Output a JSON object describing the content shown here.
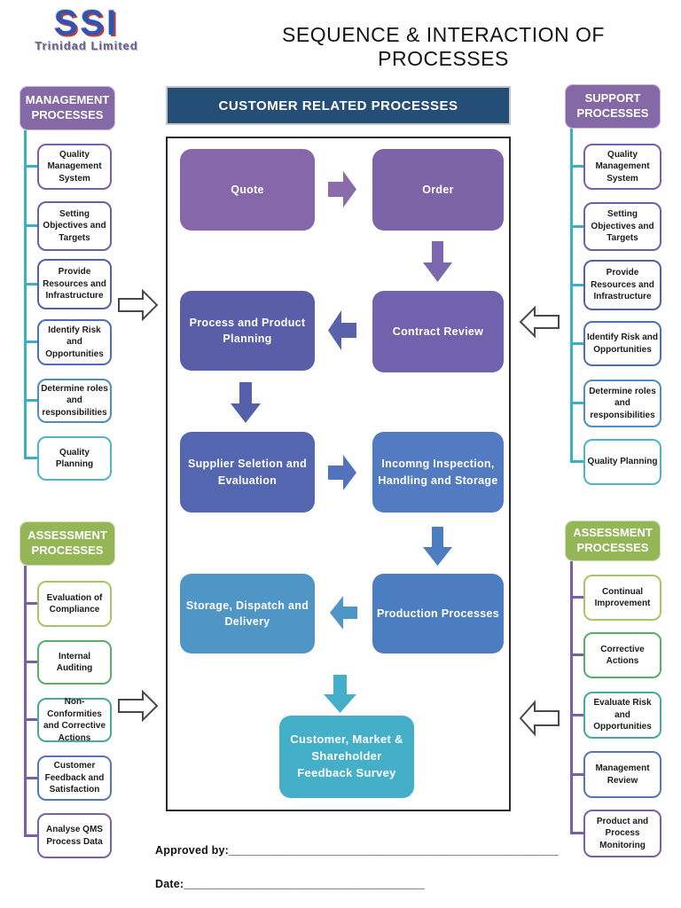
{
  "page": {
    "logo_text": "SSI",
    "logo_subtext": "Trinidad Limited",
    "title": "SEQUENCE & INTERACTION OF PROCESSES"
  },
  "colors": {
    "purple_header": "#8569a6",
    "green_header": "#94b656",
    "navy_header": "#254e77",
    "teal_connector": "#3bafc4",
    "purple_connector": "#7b5fa6"
  },
  "management": {
    "header": "MANAGEMENT PROCESSES",
    "header_color": "#8569a6",
    "connector_color": "#3bafc4",
    "items": [
      {
        "label": "Quality Management System",
        "border": "#7a5ea6"
      },
      {
        "label": "Setting Objectives and Targets",
        "border": "#6a5fa9"
      },
      {
        "label": "Provide Resources and Infrastructure",
        "border": "#5560ab"
      },
      {
        "label": "Identify Risk and Opportunities",
        "border": "#4d6fb6"
      },
      {
        "label": "Determine roles and responsibilities",
        "border": "#4d8fc1"
      },
      {
        "label": "Quality Planning",
        "border": "#4fb3c9"
      }
    ]
  },
  "support": {
    "header": "SUPPORT PROCESSES",
    "header_color": "#8569a6",
    "connector_color": "#3bafc4",
    "items": [
      {
        "label": "Quality Management System",
        "border": "#7a5ea6"
      },
      {
        "label": "Setting Objectives and Targets",
        "border": "#6a5fa9"
      },
      {
        "label": "Provide Resources and Infrastructure",
        "border": "#5560ab"
      },
      {
        "label": "Identify Risk and Opportunities",
        "border": "#4d6fb6"
      },
      {
        "label": "Determine roles and responsibilities",
        "border": "#4d8fc1"
      },
      {
        "label": "Quality Planning",
        "border": "#4fb3c9"
      }
    ]
  },
  "assessment_left": {
    "header": "ASSESSMENT PROCESSES",
    "header_color": "#94b656",
    "connector_color": "#7b5fa6",
    "items": [
      {
        "label": "Evaluation of Compliance",
        "border": "#a8c566"
      },
      {
        "label": "Internal Auditing",
        "border": "#57b068"
      },
      {
        "label": "Non-Conformities and Corrective Actions",
        "border": "#46a9a2"
      },
      {
        "label": "Customer Feedback and Satisfaction",
        "border": "#5577b6"
      },
      {
        "label": "Analyse QMS Process Data",
        "border": "#7b5fa6"
      }
    ]
  },
  "assessment_right": {
    "header": "ASSESSMENT PROCESSES",
    "header_color": "#94b656",
    "connector_color": "#7b5fa6",
    "items": [
      {
        "label": "Continual Improvement",
        "border": "#a8c566"
      },
      {
        "label": "Corrective Actions",
        "border": "#57b068"
      },
      {
        "label": "Evaluate Risk and Opportunities",
        "border": "#46a9a2"
      },
      {
        "label": "Management Review",
        "border": "#5577b6"
      },
      {
        "label": "Product and Process Monitoring",
        "border": "#7b5fa6"
      }
    ]
  },
  "flow": {
    "header": "CUSTOMER RELATED PROCESSES",
    "header_color": "#254e77",
    "boxes": [
      {
        "label": "Quote",
        "color": "#8667a9"
      },
      {
        "label": "Order",
        "color": "#7d64a9"
      },
      {
        "label": "Contract Review",
        "color": "#7062ad"
      },
      {
        "label": "Process and Product Planning",
        "color": "#5a5ea9"
      },
      {
        "label": "Supplier Seletion and Evaluation",
        "color": "#5466b0"
      },
      {
        "label": "Incomng Inspection, Handling and Storage",
        "color": "#537bc1"
      },
      {
        "label": "Production Processes",
        "color": "#4b7dc0"
      },
      {
        "label": "Storage, Dispatch and Delivery",
        "color": "#4f95c6"
      },
      {
        "label": "Customer, Market & Shareholder Feedback Survey",
        "color": "#44afc9"
      }
    ],
    "arrows": [
      {
        "name": "quote-to-order",
        "color": "#8a6cac"
      },
      {
        "name": "order-to-contract",
        "color": "#7a67ad"
      },
      {
        "name": "contract-to-process",
        "color": "#5a62ac"
      },
      {
        "name": "process-to-supplier",
        "color": "#5560ab"
      },
      {
        "name": "supplier-to-incoming",
        "color": "#5372bd"
      },
      {
        "name": "incoming-to-production",
        "color": "#4b7dc0"
      },
      {
        "name": "production-to-storage",
        "color": "#4f95c6"
      },
      {
        "name": "storage-to-feedback",
        "color": "#44afc9"
      }
    ]
  },
  "footer": {
    "approved_by": "Approved by:____________________________________________________",
    "date": "Date:______________________________________"
  }
}
